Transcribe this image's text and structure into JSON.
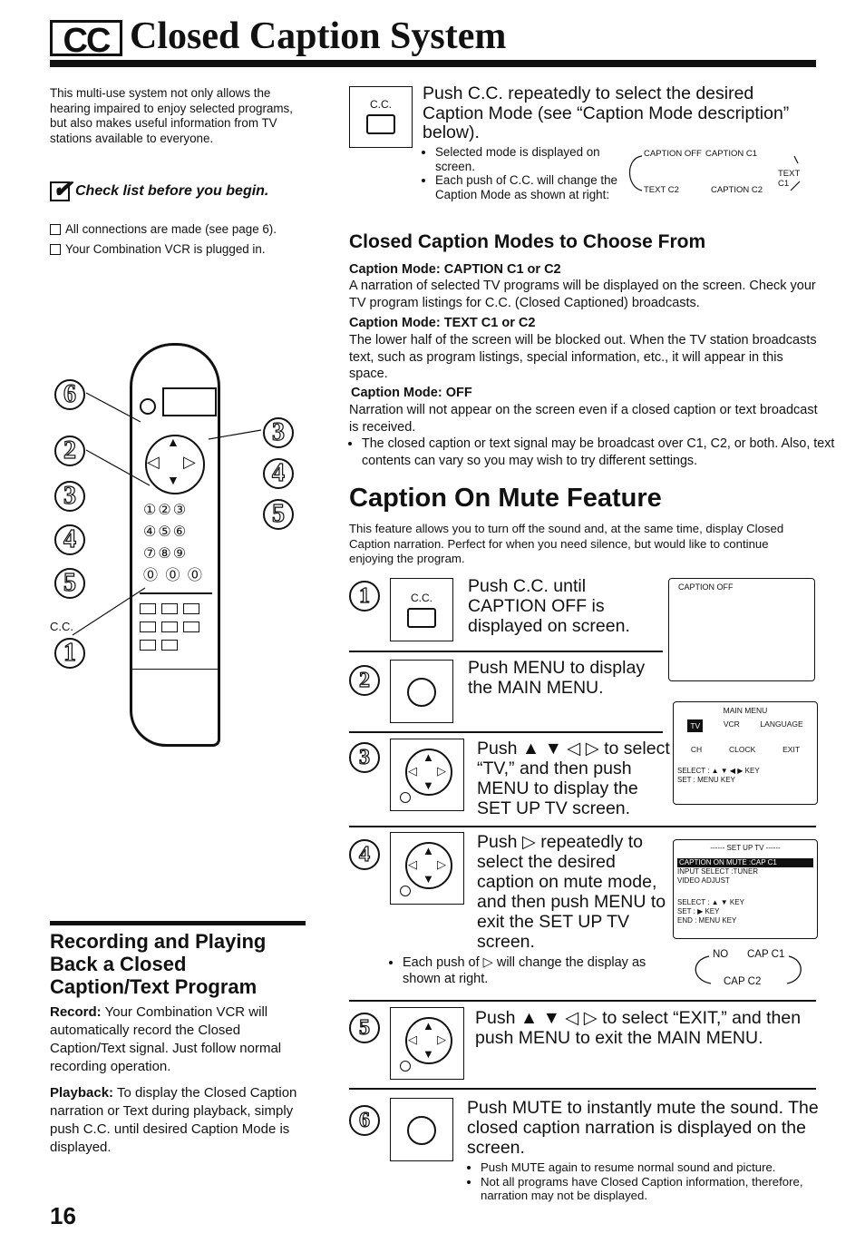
{
  "title": {
    "logo": "CC",
    "text": "Closed Caption System"
  },
  "intro": "This multi-use system not only allows the hearing impaired to enjoy selected programs, but also makes useful information from TV stations available to everyone.",
  "checklist": {
    "title": "Check list before you begin.",
    "items": [
      "All connections are made (see page 6).",
      "Your Combination VCR is plugged in."
    ]
  },
  "remote": {
    "callouts": [
      "6",
      "2",
      "3",
      "4",
      "5",
      "3",
      "4",
      "5",
      "1"
    ],
    "cc_label": "C.C."
  },
  "top_step": {
    "button_label": "C.C.",
    "text": "Push C.C. repeatedly to select the desired Caption Mode (see “Caption Mode description” below).",
    "bullets": [
      "Selected mode is displayed on screen.",
      "Each push of C.C. will change the Caption Mode as shown at right:"
    ],
    "cycle": [
      "CAPTION OFF",
      "CAPTION C1",
      "TEXT C1",
      "CAPTION C2",
      "TEXT C2"
    ]
  },
  "modes": {
    "heading": "Closed Caption Modes to Choose From",
    "items": [
      {
        "title": "Caption Mode: CAPTION C1 or C2",
        "text": "A narration of selected TV programs will be displayed on the screen. Check your TV program listings for C.C. (Closed Captioned) broadcasts."
      },
      {
        "title": "Caption Mode: TEXT C1 or C2",
        "text": "The lower half of the screen will be blocked out. When the TV station broadcasts text, such as program listings, special information, etc., it will appear in this space."
      },
      {
        "title": "Caption Mode: OFF",
        "text": "Narration will not appear on the screen even if a closed caption or text broadcast is received."
      }
    ],
    "note": "The closed caption or text signal may be broadcast over C1, C2, or both. Also, text contents can vary so you may wish to try different settings."
  },
  "mute": {
    "heading": "Caption On Mute Feature",
    "intro": "This feature allows you to turn off the sound and, at the same time, display Closed Caption narration. Perfect for when you need silence, but would like to continue enjoying the program.",
    "steps": [
      {
        "num": "1",
        "text": "Push C.C. until CAPTION OFF is displayed on screen.",
        "button": "C.C."
      },
      {
        "num": "2",
        "text": "Push MENU to display the MAIN MENU."
      },
      {
        "num": "3",
        "text": "Push ▲ ▼ ◁ ▷ to select “TV,” and then push MENU to display the SET UP TV screen."
      },
      {
        "num": "4",
        "text": "Push ▷ repeatedly to select the desired caption on mute mode, and then push MENU to exit the SET UP TV screen.",
        "note": "Each push of ▷ will change the display as shown at right."
      },
      {
        "num": "5",
        "text": "Push ▲ ▼ ◁ ▷ to select “EXIT,” and then push MENU to exit the MAIN MENU."
      },
      {
        "num": "6",
        "text": "Push MUTE to instantly mute the sound. The closed caption narration is displayed on the screen.",
        "bullets": [
          "Push MUTE again to resume normal sound and picture.",
          "Not all programs have Closed Caption information, therefore, narration may not be displayed."
        ]
      }
    ],
    "screens": {
      "caption_off": "CAPTION OFF",
      "main_menu": {
        "title": "MAIN MENU",
        "icons": [
          "TV",
          "VCR",
          "LANGUAGE",
          "CH",
          "CLOCK",
          "EXIT"
        ],
        "select": "SELECT : ▲ ▼ ◀ ▶ KEY",
        "set": "SET      : MENU  KEY"
      },
      "setup_tv": {
        "title": "------ SET UP TV ------",
        "highlight": "CAPTION ON MUTE :CAP C1",
        "rows": [
          "INPUT SELECT     :TUNER",
          "VIDEO ADJUST"
        ],
        "select": "SELECT : ▲ ▼ KEY",
        "set": "SET      : ▶ KEY",
        "end": "END      : MENU  KEY"
      },
      "mute_cycle": [
        "NO",
        "CAP C1",
        "CAP C2"
      ]
    }
  },
  "recording": {
    "heading": "Recording and Playing Back a Closed Caption/Text Program",
    "record_label": "Record:",
    "record_text": "Your Combination VCR will automatically record the Closed Caption/Text signal. Just follow normal recording operation.",
    "playback_label": "Playback:",
    "playback_text": "To display the Closed Caption narration or Text during playback, simply push C.C. until desired Caption Mode is displayed."
  },
  "page_number": "16"
}
